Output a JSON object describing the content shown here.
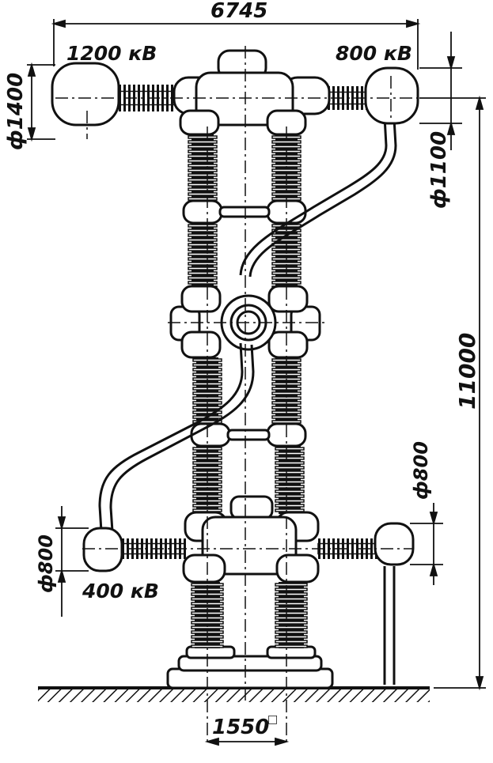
{
  "dimensions": {
    "overall_width": "6745",
    "top_left_diameter": "ф1400",
    "top_right_diameter": "ф1100",
    "height": "11000",
    "bottom_right_diameter": "ф800",
    "bottom_left_diameter": "ф800",
    "base_width": "1550",
    "base_symbol": "□"
  },
  "voltages": {
    "top_left": "1200 кВ",
    "top_right": "800 кВ",
    "bottom_left": "400 кВ"
  },
  "colors": {
    "ink": "#111111",
    "paper": "#ffffff"
  }
}
